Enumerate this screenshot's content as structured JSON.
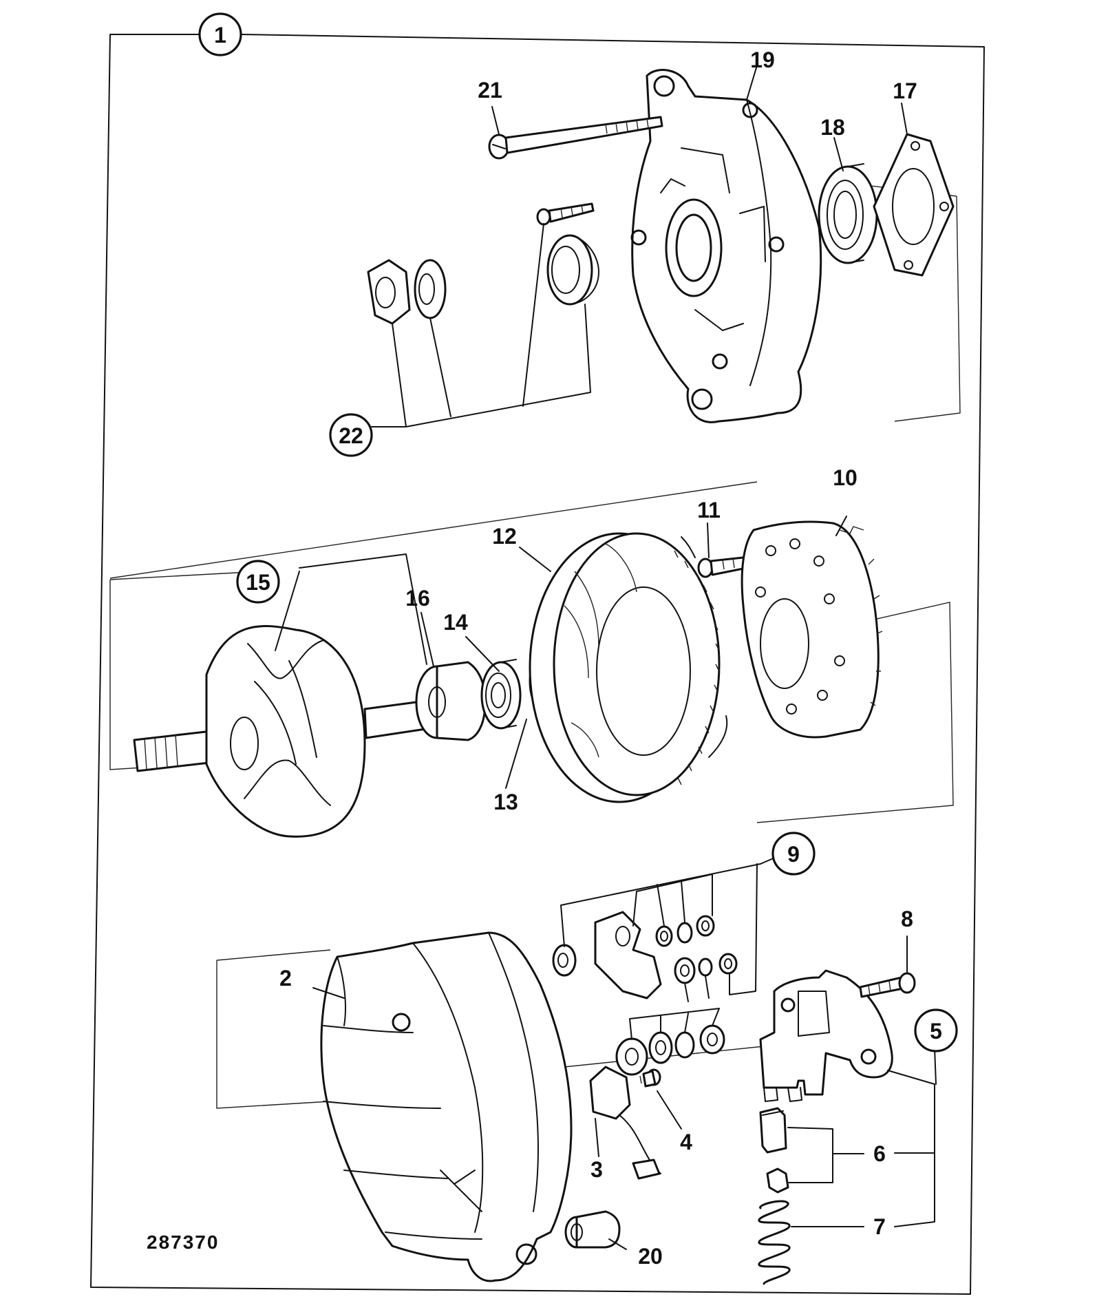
{
  "diagram": {
    "reference_number": "287370",
    "labels": [
      {
        "id": "1",
        "text": "1",
        "circled": true
      },
      {
        "id": "2",
        "text": "2",
        "circled": false
      },
      {
        "id": "3",
        "text": "3",
        "circled": false
      },
      {
        "id": "4",
        "text": "4",
        "circled": false
      },
      {
        "id": "5",
        "text": "5",
        "circled": true
      },
      {
        "id": "6",
        "text": "6",
        "circled": false
      },
      {
        "id": "7",
        "text": "7",
        "circled": false
      },
      {
        "id": "8",
        "text": "8",
        "circled": false
      },
      {
        "id": "9",
        "text": "9",
        "circled": true
      },
      {
        "id": "10",
        "text": "10",
        "circled": false
      },
      {
        "id": "11",
        "text": "11",
        "circled": false
      },
      {
        "id": "12",
        "text": "12",
        "circled": false
      },
      {
        "id": "13",
        "text": "13",
        "circled": false
      },
      {
        "id": "14",
        "text": "14",
        "circled": false
      },
      {
        "id": "15",
        "text": "15",
        "circled": true
      },
      {
        "id": "16",
        "text": "16",
        "circled": false
      },
      {
        "id": "17",
        "text": "17",
        "circled": false
      },
      {
        "id": "18",
        "text": "18",
        "circled": false
      },
      {
        "id": "19",
        "text": "19",
        "circled": false
      },
      {
        "id": "20",
        "text": "20",
        "circled": false
      },
      {
        "id": "21",
        "text": "21",
        "circled": false
      },
      {
        "id": "22",
        "text": "22",
        "circled": true
      }
    ]
  }
}
